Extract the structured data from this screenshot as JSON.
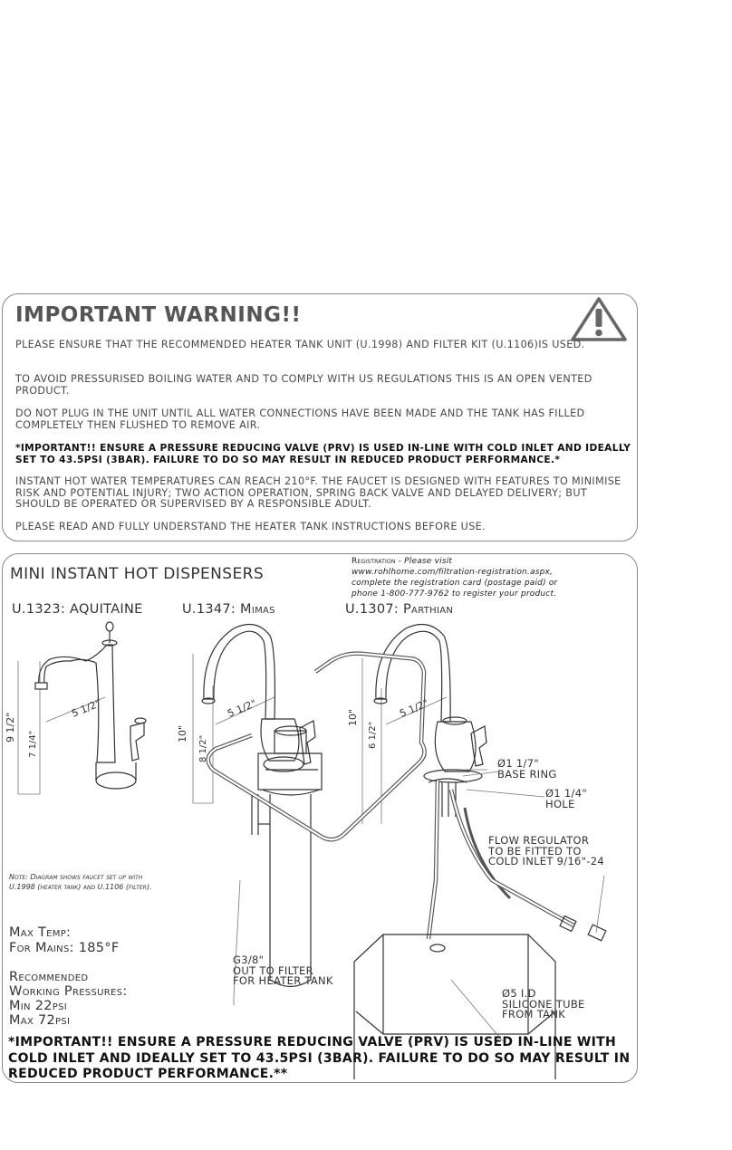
{
  "warning": {
    "title": "IMPORTANT WARNING!!",
    "paragraphs": [
      "PLEASE ENSURE THAT THE RECOMMENDED HEATER TANK UNIT (U.1998) AND FILTER KIT (U.1106)IS USED.",
      "TO AVOID PRESSURISED BOILING WATER AND TO COMPLY WITH US REGULATIONS THIS IS AN OPEN VENTED PRODUCT.",
      "DO NOT PLUG IN THE UNIT UNTIL ALL WATER CONNECTIONS HAVE BEEN MADE AND THE TANK HAS FILLED COMPLETELY THEN FLUSHED TO REMOVE AIR.",
      "*IMPORTANT!! ENSURE A PRESSURE REDUCING VALVE (PRV) IS USED IN-LINE WITH COLD INLET AND IDEALLY SET TO 43.5PSI (3BAR). FAILURE TO DO SO MAY RESULT IN REDUCED PRODUCT PERFORMANCE.*",
      "INSTANT HOT WATER TEMPERATURES CAN REACH 210°F. THE FAUCET IS DESIGNED WITH FEATURES TO MINIMISE RISK AND POTENTIAL INJURY; TWO ACTION OPERATION, SPRING BACK VALVE AND DELAYED DELIVERY; BUT SHOULD BE OPERATED OR SUPERVISED BY A RESPONSIBLE ADULT.",
      "PLEASE READ AND FULLY UNDERSTAND THE HEATER TANK INSTRUCTIONS BEFORE USE."
    ]
  },
  "dispensers": {
    "title": "MINI INSTANT HOT DISPENSERS",
    "registration": {
      "lead": "Registration - ",
      "line1": "Please visit",
      "line2": "www.rohlhome.com/filtration-registration.aspx,",
      "line3": "complete the registration card (postage paid) or",
      "line4": "phone 1-800-777-9762 to register your product."
    },
    "models": [
      {
        "label": "U.1323: AQUITAINE"
      },
      {
        "label": "U.1347: Mimas"
      },
      {
        "label": "U.1307: Parthian"
      }
    ],
    "dimensions": {
      "reach": "5 1/2\"",
      "aquitaine_height": "9 1/2\"",
      "aquitaine_lower": "7 1/4\"",
      "mimas_height": "10\"",
      "mimas_lower": "8 1/2\"",
      "parthian_height": "10\"",
      "parthian_lower": "6 1/2\""
    },
    "note": "Note: Diagram shows faucet set up with U.1998 (heater tank) and U.1106 (filter).",
    "specs": {
      "max_temp_label": "Max Temp:",
      "for_mains": "For Mains: 185°F",
      "recommended": "Recommended",
      "working_pressures": "Working Pressures:",
      "min": "Min 22psi",
      "max": "Max 72psi"
    },
    "callouts": {
      "base_ring_1": "Ø1 1/7\"",
      "base_ring_2": "BASE RING",
      "hole_1": "Ø1 1/4\"",
      "hole_2": "HOLE",
      "flow_1": "FLOW REGULATOR",
      "flow_2": "TO BE FITTED TO",
      "flow_3": "COLD INLET 9/16\"-24",
      "g38_1": "G3/8\"",
      "g38_2": "OUT TO FILTER",
      "g38_3": "FOR HEATER TANK",
      "tube_1": "Ø5 I.D",
      "tube_2": "SILICONE TUBE",
      "tube_3": "FROM TANK"
    },
    "bottom_warning": "*IMPORTANT!! ENSURE A PRESSURE REDUCING VALVE (PRV) IS USED IN-LINE WITH COLD INLET AND IDEALLY SET TO 43.5PSI (3BAR). FAILURE TO DO SO MAY RESULT IN REDUCED PRODUCT PERFORMANCE.**"
  }
}
